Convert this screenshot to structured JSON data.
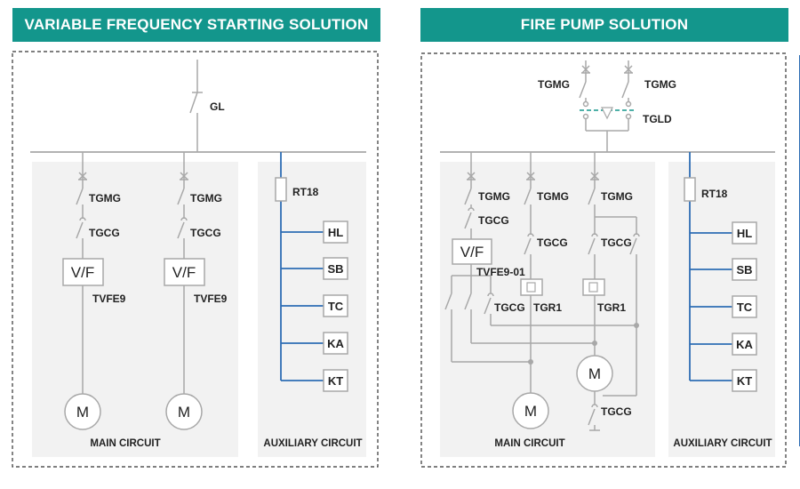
{
  "colors": {
    "accent": "#13968c",
    "wire": "#a8a8a8",
    "aux_bus": "#2e6db4",
    "panel": "#f2f2f2"
  },
  "left": {
    "title": "VARIABLE FREQUENCY STARTING SOLUTION",
    "gl": "GL",
    "branch1": {
      "tgmg": "TGMG",
      "tgcg": "TGCG",
      "vf": "V/F",
      "tvfe": "TVFE9",
      "motor": "M"
    },
    "branch2": {
      "tgmg": "TGMG",
      "tgcg": "TGCG",
      "vf": "V/F",
      "tvfe": "TVFE9",
      "motor": "M"
    },
    "main_caption": "MAIN CIRCUIT",
    "aux": {
      "rt": "RT18",
      "items": [
        "HL",
        "SB",
        "TC",
        "KA",
        "KT"
      ],
      "caption": "AUXILIARY CIRCUIT"
    }
  },
  "right": {
    "title": "FIRE PUMP SOLUTION",
    "tgmg_left": "TGMG",
    "tgmg_right": "TGMG",
    "tgld": "TGLD",
    "branch1": {
      "tgmg": "TGMG",
      "tgcg": "TGCG",
      "vf": "V/F",
      "tvfe": "TVFE9-01",
      "tgcg2": "TGCG",
      "motor": "M"
    },
    "branch2": {
      "tgmg": "TGMG",
      "tgcg": "TGCG",
      "tgr": "TGR1"
    },
    "branch3": {
      "tgmg": "TGMG",
      "tgcg": "TGCG",
      "tgr": "TGR1",
      "motor": "M",
      "tgcg_bottom": "TGCG"
    },
    "main_caption": "MAIN CIRCUIT",
    "aux": {
      "rt": "RT18",
      "items": [
        "HL",
        "SB",
        "TC",
        "KA",
        "KT"
      ],
      "caption": "AUXILIARY CIRCUIT"
    }
  }
}
